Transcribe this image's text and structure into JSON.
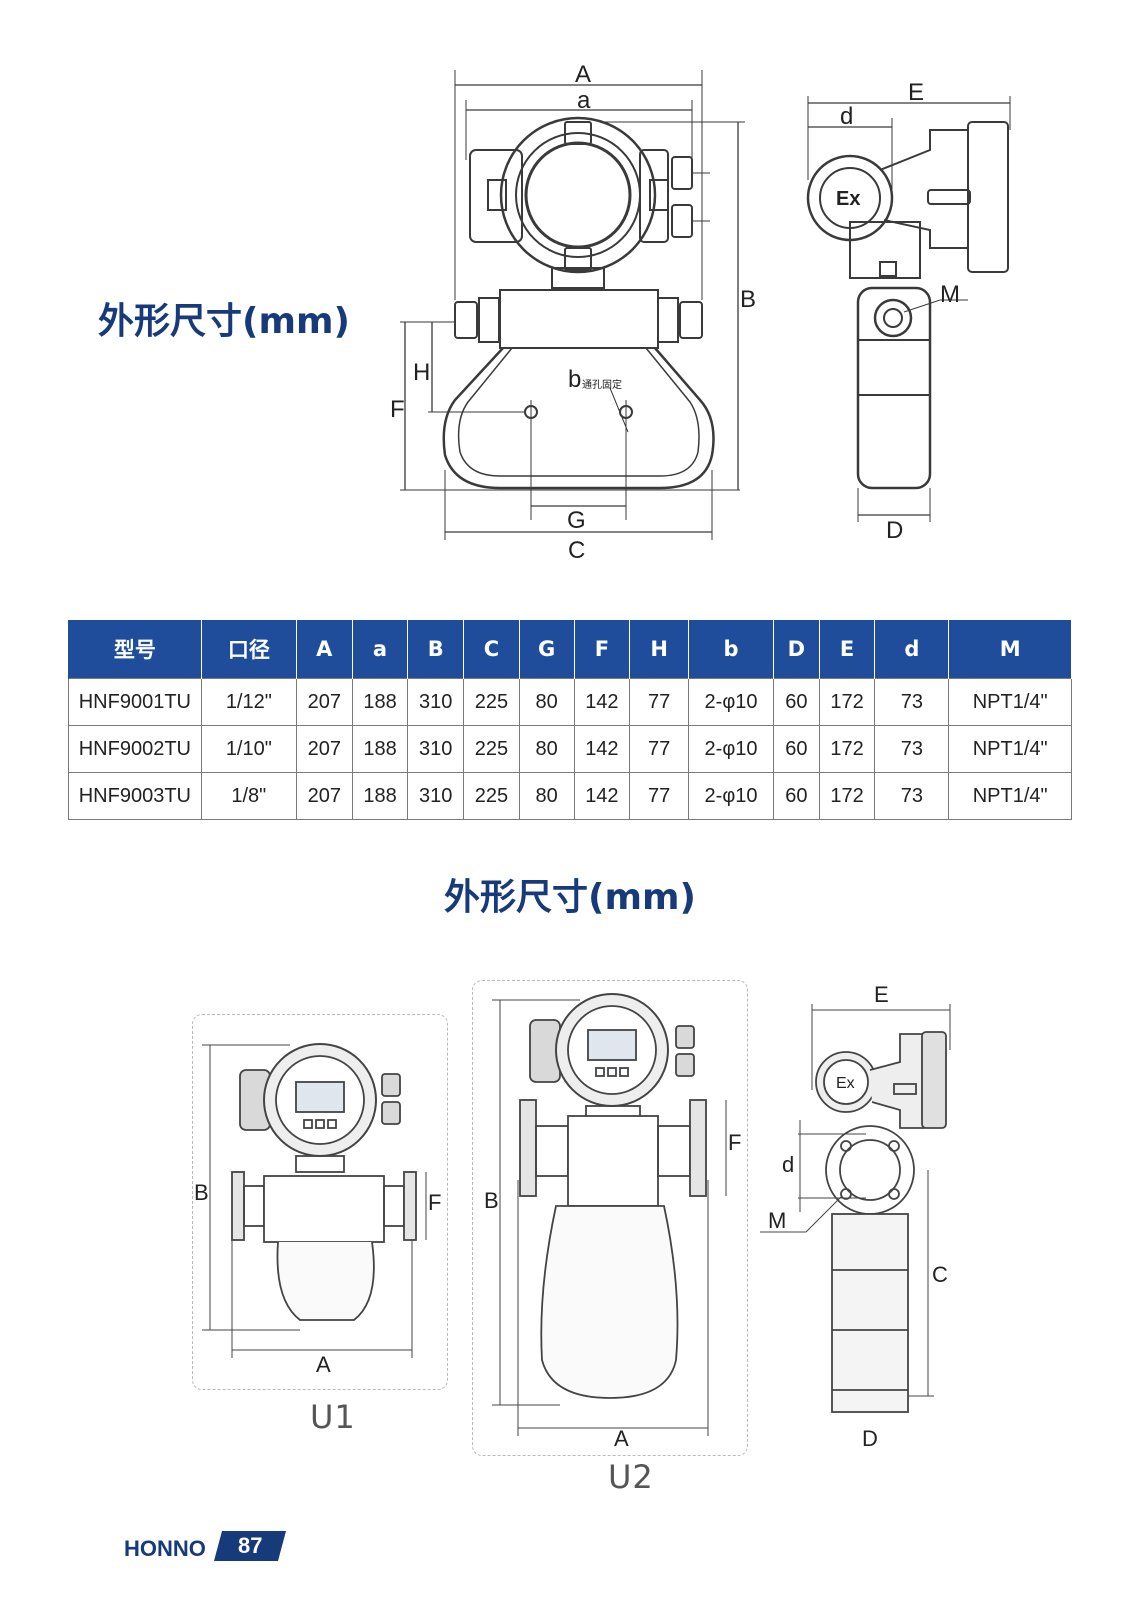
{
  "section1": {
    "title": "外形尺寸(mm)"
  },
  "section2": {
    "title": "外形尺寸(mm)"
  },
  "drawing1": {
    "labels": {
      "A": "A",
      "a": "a",
      "B": "B",
      "C": "C",
      "F": "F",
      "G": "G",
      "H": "H",
      "b": "b",
      "b_note": "通孔固定",
      "E": "E",
      "d": "d",
      "M": "M",
      "D": "D",
      "ex": "Ex"
    }
  },
  "table": {
    "headers": [
      "型号",
      "口径",
      "A",
      "a",
      "B",
      "C",
      "G",
      "F",
      "H",
      "b",
      "D",
      "E",
      "d",
      "M"
    ],
    "rows": [
      [
        "HNF9001TU",
        "1/12\"",
        "207",
        "188",
        "310",
        "225",
        "80",
        "142",
        "77",
        "2-φ10",
        "60",
        "172",
        "73",
        "NPT1/4\""
      ],
      [
        "HNF9002TU",
        "1/10\"",
        "207",
        "188",
        "310",
        "225",
        "80",
        "142",
        "77",
        "2-φ10",
        "60",
        "172",
        "73",
        "NPT1/4\""
      ],
      [
        "HNF9003TU",
        "1/8\"",
        "207",
        "188",
        "310",
        "225",
        "80",
        "142",
        "77",
        "2-φ10",
        "60",
        "172",
        "73",
        "NPT1/4\""
      ]
    ]
  },
  "variants": {
    "u1": {
      "label": "U1",
      "dim_B": "B",
      "dim_F": "F",
      "dim_A": "A"
    },
    "u2": {
      "label": "U2",
      "dim_B": "B",
      "dim_F": "F",
      "dim_A": "A"
    },
    "side": {
      "dim_E": "E",
      "dim_d": "d",
      "dim_M": "M",
      "dim_C": "C",
      "dim_D": "D",
      "ex": "Ex"
    }
  },
  "footer": {
    "brand": "HONNO",
    "page": "87"
  }
}
